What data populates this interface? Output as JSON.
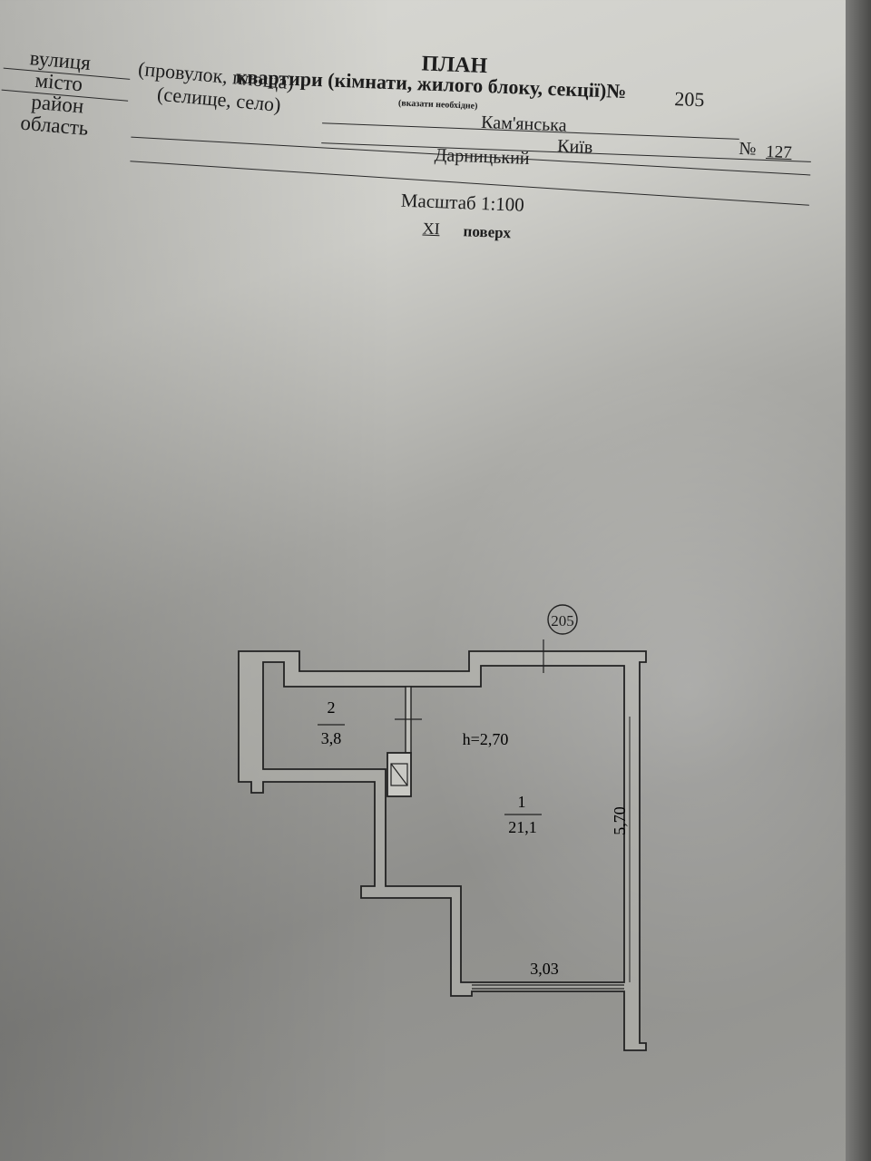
{
  "header": {
    "title": "ПЛАН",
    "subtitle": "квартири (кімнати, жилого блоку, секції)№",
    "apartment_number": "205",
    "note": "(вказати необхідне)",
    "labels": {
      "street": "вулиця",
      "street_alt": "(провулок, площа)",
      "city": "місто",
      "city_alt": "(селище, село)",
      "district": "район",
      "region": "область"
    },
    "values": {
      "street": "Кам'янська",
      "house_no_label": "№",
      "house_no": "127",
      "city": "Київ",
      "district": "Дарницький"
    },
    "scale": "Масштаб 1:100",
    "floor_number": "XI",
    "floor_label": "поверх"
  },
  "plan": {
    "apartment_marker": "205",
    "ceiling_height": "h=2,70",
    "rooms": [
      {
        "number": "1",
        "area": "21,1"
      },
      {
        "number": "2",
        "area": "3,8"
      }
    ],
    "dimensions": {
      "length": "5,70",
      "width": "3,03"
    }
  }
}
